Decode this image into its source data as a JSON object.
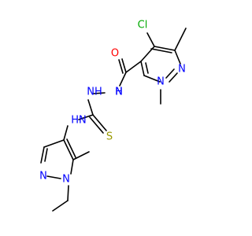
{
  "colors": {
    "bond": "#000000",
    "nitrogen": "#0000ff",
    "oxygen": "#ff0000",
    "chlorine": "#00aa00",
    "sulfur": "#999900"
  },
  "labels": {
    "cl": "Cl",
    "o": "O",
    "n_pyrazole_top_right": "N",
    "n_pyrazole_top_methyl": "N",
    "n_hydrazide_1": "N",
    "h_hydrazide_1": "H",
    "n_hydrazide_2": "N",
    "h_hydrazide_2": "H",
    "n_thioamide": "N",
    "h_thioamide": "H",
    "s": "S",
    "n_pyrazole_bottom_left": "N",
    "n_pyrazole_bottom_ethyl": "N"
  }
}
